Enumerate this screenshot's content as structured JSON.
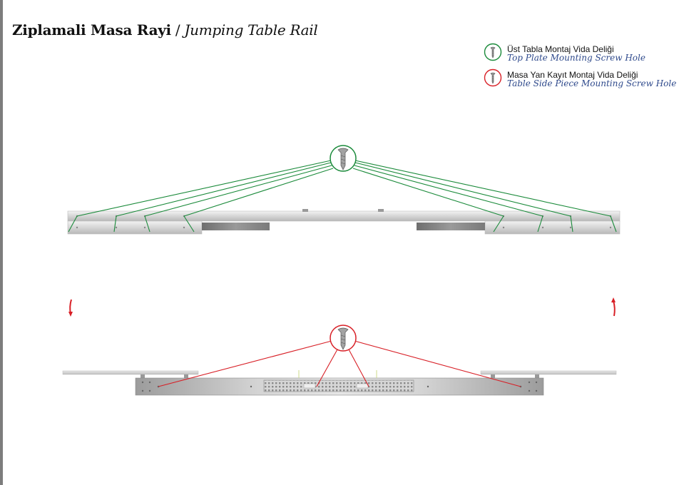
{
  "title": {
    "turkish": "Ziplamali Masa Rayi",
    "separator": "/",
    "english": "Jumping Table Rail"
  },
  "legend": {
    "top_plate": {
      "label_tr": "Üst Tabla Montaj Vida Deliği",
      "label_en": "Top Plate Mounting Screw Hole",
      "color": "#1a8a3a",
      "icon": "screw-icon"
    },
    "side_piece": {
      "label_tr": "Masa Yan Kayıt Montaj Vida Deliği",
      "label_en": "Table Side Piece Mounting Screw Hole",
      "color": "#d81f26",
      "icon": "screw-icon"
    }
  },
  "colors": {
    "english_text": "#2f4a8c",
    "rail_metal": "#c8c8c8",
    "rail_dark": "#8c8c8c"
  }
}
